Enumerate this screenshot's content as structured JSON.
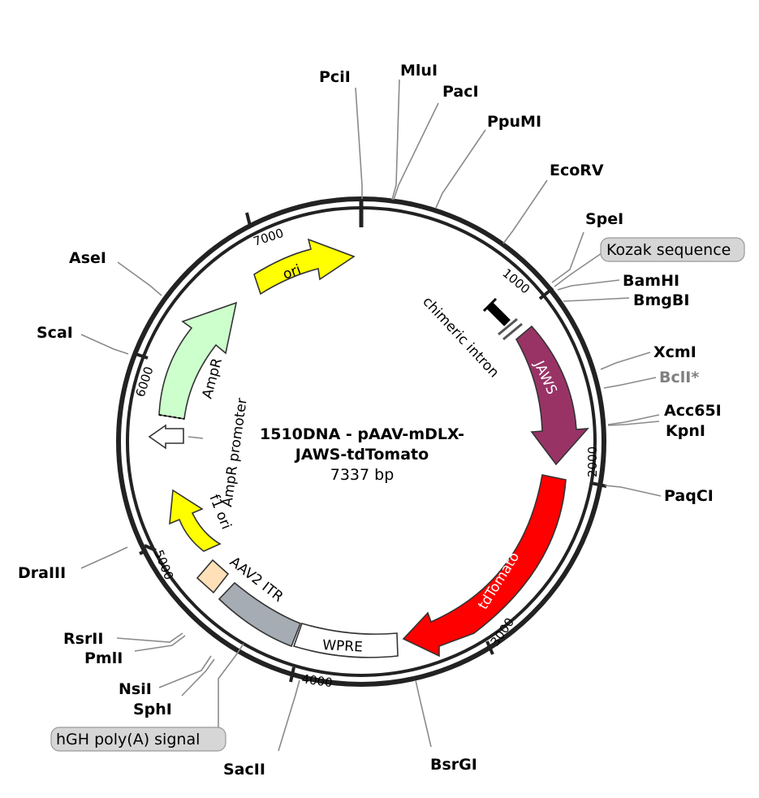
{
  "map": {
    "name_line1": "1510DNA - pAAV-mDLX-",
    "name_line2": "JAWS-tdTomato",
    "length": "7337 bp"
  },
  "ticks": [
    "1000",
    "2000",
    "3000",
    "4000",
    "5000",
    "6000",
    "7000"
  ],
  "sites": [
    {
      "id": "pcii",
      "label": "PciI"
    },
    {
      "id": "mlui",
      "label": "MluI"
    },
    {
      "id": "paci",
      "label": "PacI"
    },
    {
      "id": "ppumi",
      "label": "PpuMI"
    },
    {
      "id": "ecorv",
      "label": "EcoRV"
    },
    {
      "id": "spei",
      "label": "SpeI"
    },
    {
      "id": "bamhi",
      "label": "BamHI"
    },
    {
      "id": "bmgbi",
      "label": "BmgBI"
    },
    {
      "id": "xcmi",
      "label": "XcmI"
    },
    {
      "id": "bcli",
      "label": "BclI*"
    },
    {
      "id": "acc65i",
      "label": "Acc65I"
    },
    {
      "id": "kpni",
      "label": "KpnI"
    },
    {
      "id": "paqci",
      "label": "PaqCI"
    },
    {
      "id": "bsrgi",
      "label": "BsrGI"
    },
    {
      "id": "sacii",
      "label": "SacII"
    },
    {
      "id": "sphi",
      "label": "SphI"
    },
    {
      "id": "nsii",
      "label": "NsiI"
    },
    {
      "id": "pmli",
      "label": "PmlI"
    },
    {
      "id": "rsrii",
      "label": "RsrII"
    },
    {
      "id": "draiii",
      "label": "DraIII"
    },
    {
      "id": "scai",
      "label": "ScaI"
    },
    {
      "id": "asei",
      "label": "AseI"
    }
  ],
  "callouts": {
    "kozak": "Kozak sequence",
    "hgh": "hGH poly(A) signal"
  },
  "features": {
    "ori": "ori",
    "jaws": "JAWS",
    "tdtomato": "tdTomato",
    "wpre": "WPRE",
    "aav2_itr": "AAV2 ITR",
    "f1_ori": "f1 ori",
    "ampr": "AmpR",
    "ampr_promoter": "AmpR promoter",
    "chimeric_intron": "chimeric intron"
  },
  "colors": {
    "ori": "#ffff00",
    "jaws": "#993366",
    "tdtomato": "#ff0000",
    "wpre": "#ffffff",
    "aav2_itr": "#a6acb3",
    "f1_ori": "#ffff00",
    "ampr": "#ccffcc",
    "ampr_promoter": "#ffffff",
    "orange_box": "#ffe0b8",
    "backbone": "#222222"
  }
}
